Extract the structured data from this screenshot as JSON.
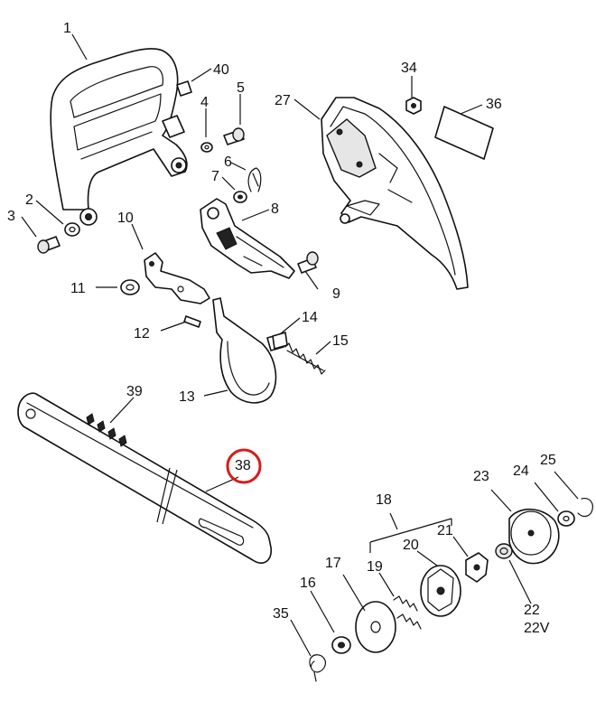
{
  "highlight_color": "#d81b1b",
  "highlighted_part": "38",
  "labels": {
    "p1": "1",
    "p2": "2",
    "p3": "3",
    "p4": "4",
    "p5": "5",
    "p6": "6",
    "p7": "7",
    "p8": "8",
    "p9": "9",
    "p10": "10",
    "p11": "11",
    "p12": "12",
    "p13": "13",
    "p14": "14",
    "p15": "15",
    "p16": "16",
    "p17": "17",
    "p18": "18",
    "p19": "19",
    "p20": "20",
    "p21": "21",
    "p22": "22",
    "p22v": "22V",
    "p23": "23",
    "p24": "24",
    "p25": "25",
    "p27": "27",
    "p34": "34",
    "p35": "35",
    "p36": "36",
    "p38": "38",
    "p39": "39",
    "p40": "40"
  }
}
